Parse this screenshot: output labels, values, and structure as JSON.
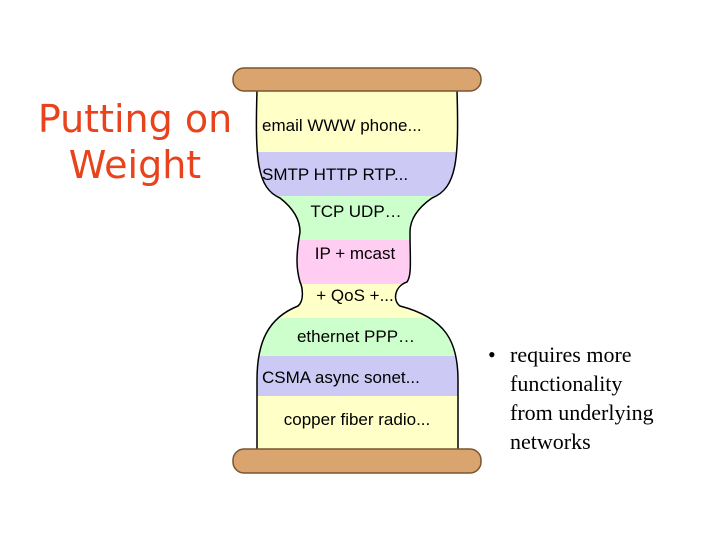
{
  "title": {
    "line1": "Putting on",
    "line2": "Weight",
    "color": "#e8431c"
  },
  "layers": [
    {
      "label": "email  WWW  phone...",
      "fill": "#ffffc8"
    },
    {
      "label": "SMTP  HTTP  RTP...",
      "fill": "#cccaf5"
    },
    {
      "label": "TCP  UDP…",
      "fill": "#ccffcc"
    },
    {
      "label": "IP + mcast",
      "fill": "#ffccf2"
    },
    {
      "label": "+ QoS +...",
      "fill": "#ffffc8"
    },
    {
      "label": "ethernet   PPP…",
      "fill": "#ccffcc"
    },
    {
      "label": "CSMA  async  sonet...",
      "fill": "#cccaf5"
    },
    {
      "label": "copper  fiber  radio...",
      "fill": "#ffffc8"
    }
  ],
  "wood_color": "#d9a46e",
  "bullet": {
    "marker": "•",
    "lines": [
      "requires more",
      "functionality",
      "from underlying",
      "networks"
    ]
  }
}
